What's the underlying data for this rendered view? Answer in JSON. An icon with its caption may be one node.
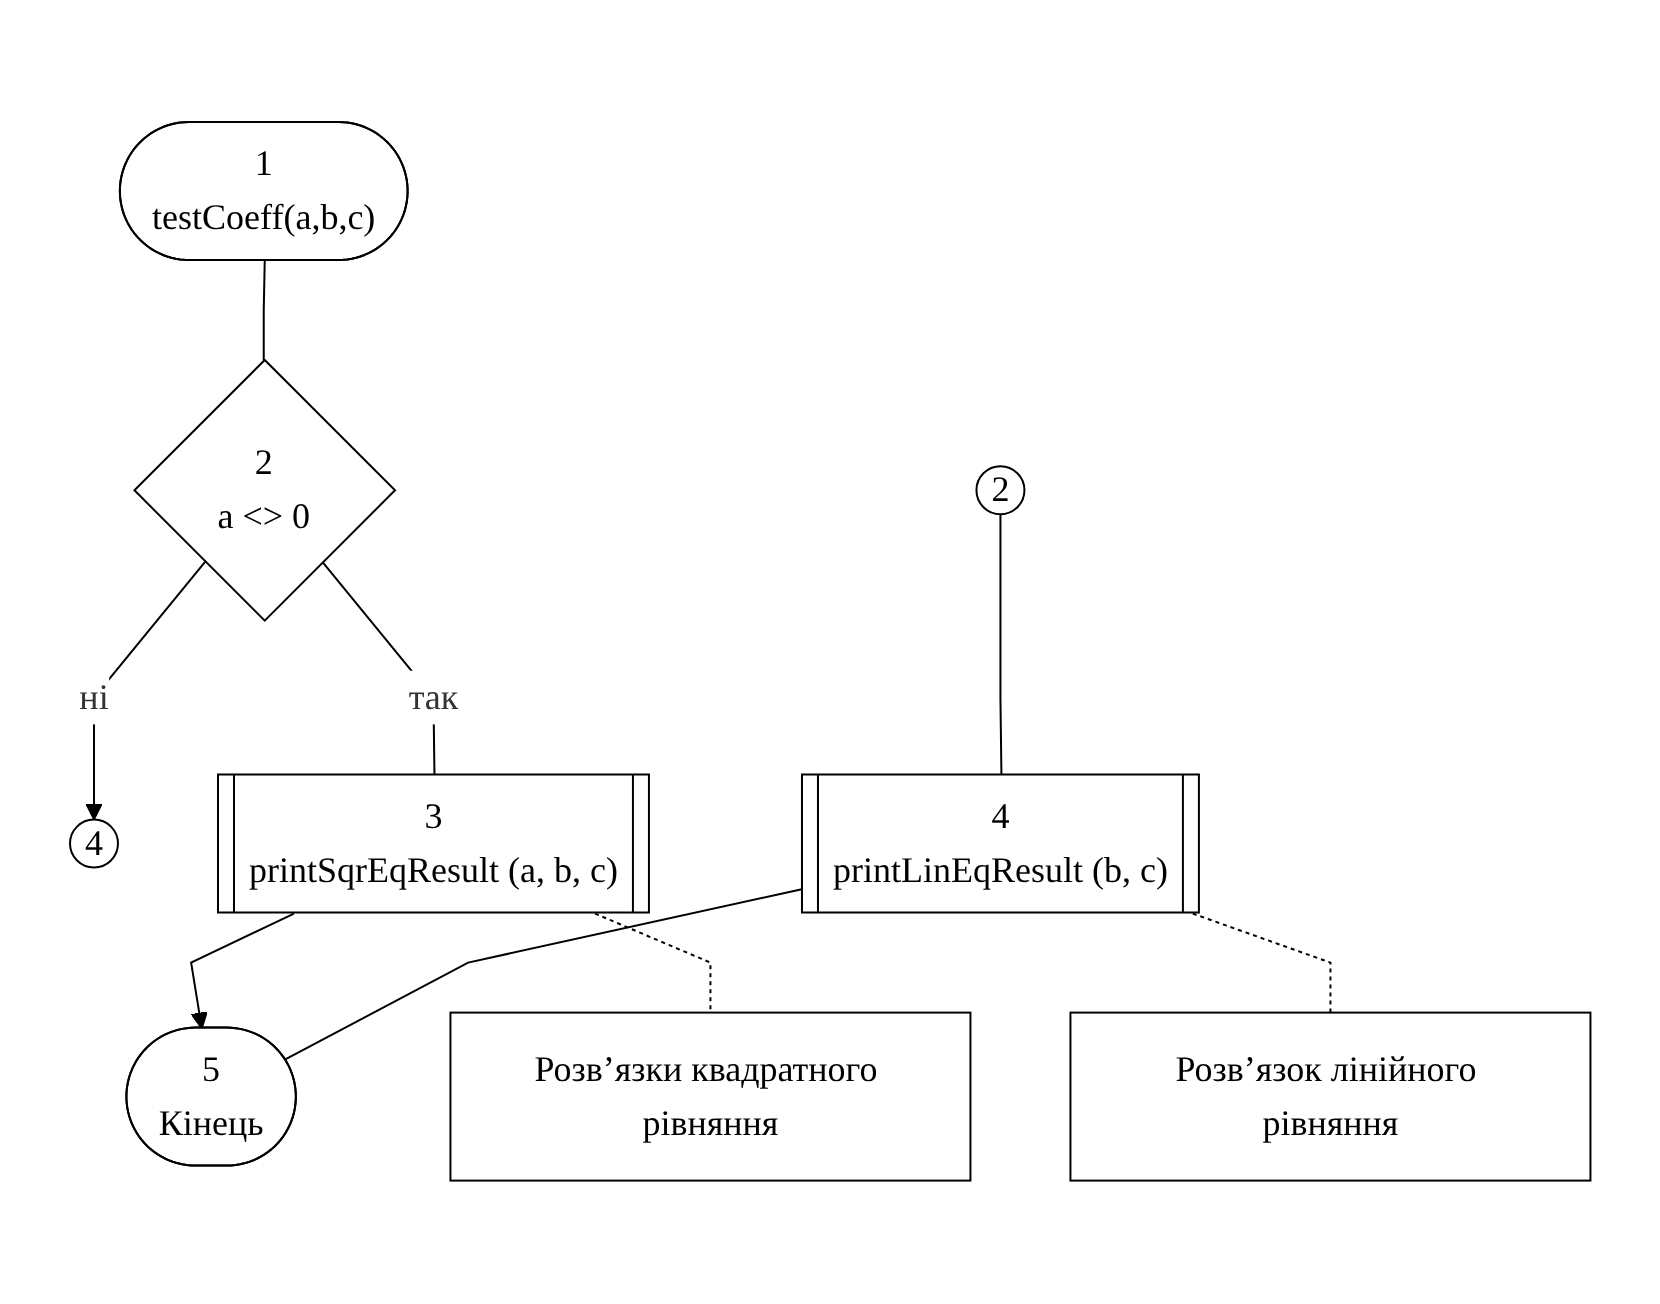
{
  "diagram": {
    "nodes": [
      {
        "text": [
          "1",
          "testCoeff(a,b,c)"
        ]
      },
      {
        "text": [
          "2",
          "a <> 0"
        ]
      },
      {
        "text": [
          "4"
        ]
      },
      {
        "text": [
          "3",
          "printSqrEqResult (a, b, c)"
        ]
      },
      {
        "text": [
          "Розв’язки квадратного рівняння"
        ]
      },
      {
        "text": [
          "2"
        ]
      },
      {
        "text": [
          "4",
          "printLinEqResult (b, c)"
        ]
      },
      {
        "text": [
          "Розв’язок лінійного рівняння"
        ]
      },
      {
        "text": [
          "5",
          "Кінець"
        ]
      }
    ],
    "edges": [
      {
        "from": 0,
        "to": 1,
        "arrow": "none"
      },
      {
        "from": 1,
        "to": 2,
        "arrow": "to",
        "label": "ні"
      },
      {
        "from": 1,
        "to": 3,
        "arrow": "none",
        "label": "так"
      },
      {
        "from": 3,
        "to": 8,
        "arrow": "to"
      },
      {
        "from": 3,
        "to": 4,
        "arrow": "none",
        "style": "dashed"
      },
      {
        "from": 5,
        "to": 6,
        "arrow": "none"
      },
      {
        "from": 6,
        "to": 8,
        "arrow": "none"
      },
      {
        "from": 6,
        "to": 7,
        "arrow": "none",
        "style": "dashed"
      }
    ]
  }
}
